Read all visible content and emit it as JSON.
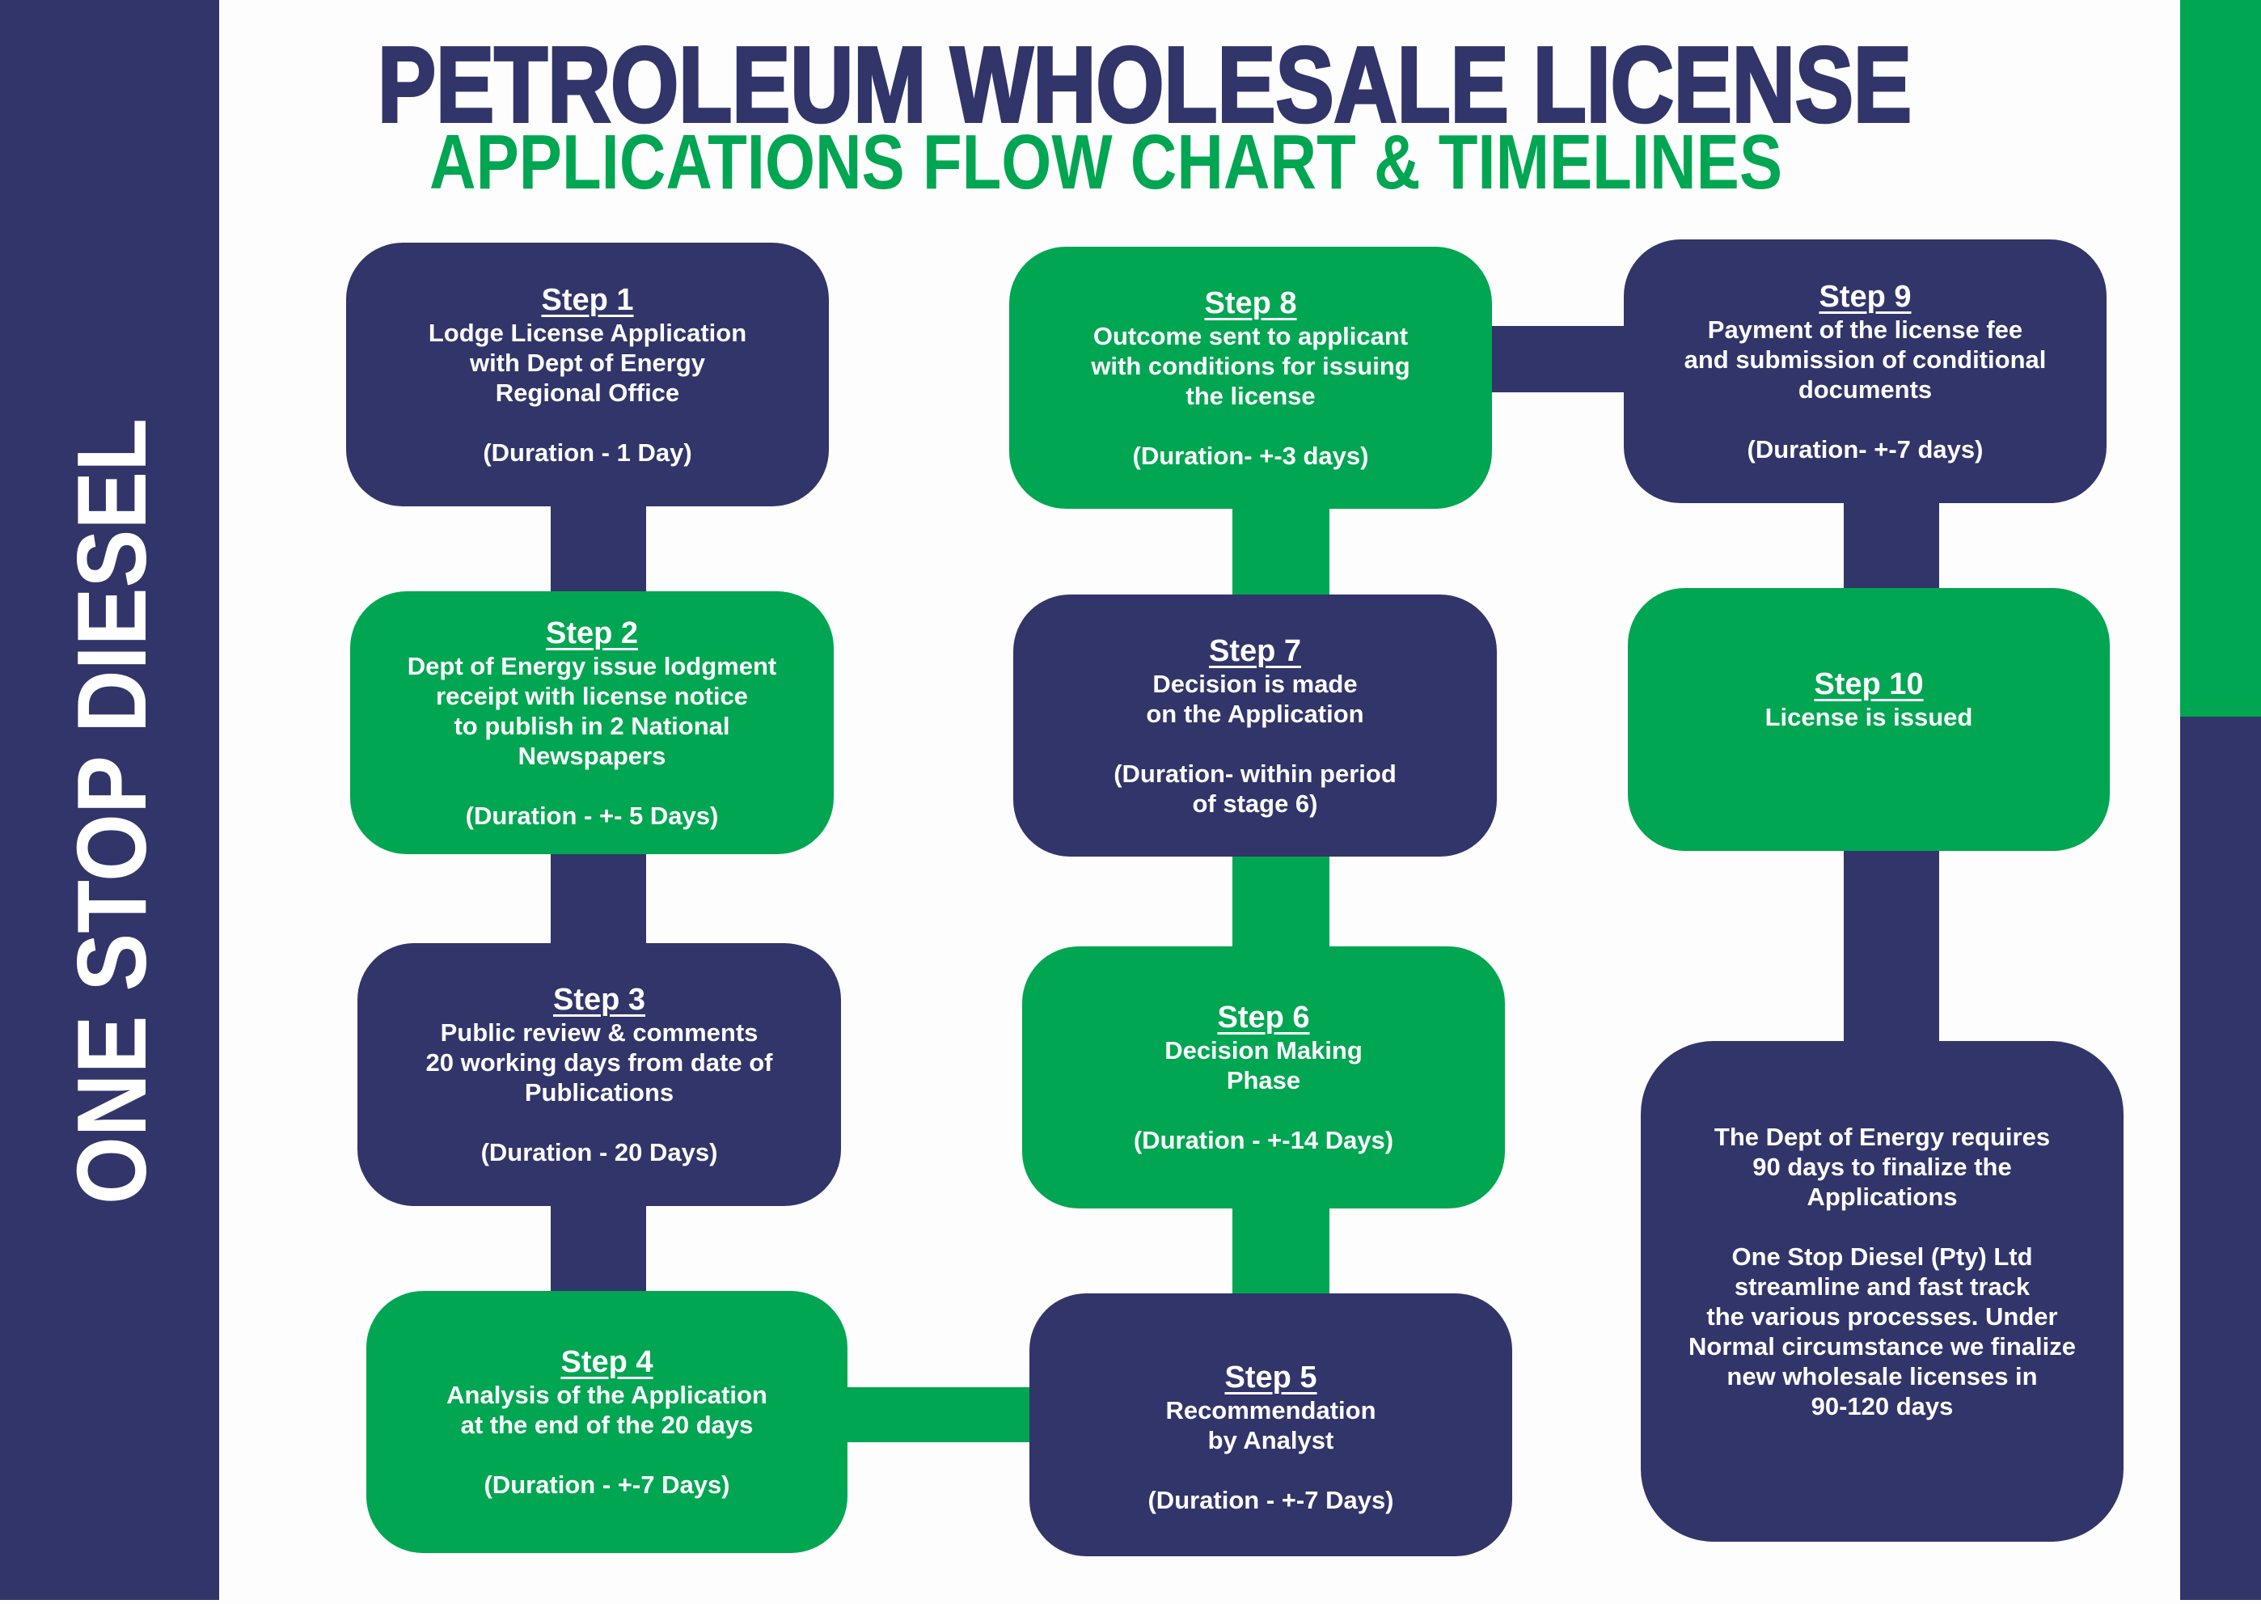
{
  "sidebar": {
    "brand": "ONE STOP DIESEL"
  },
  "header": {
    "title": "PETROLEUM WHOLESALE LICENSE",
    "subtitle": "APPLICATIONS FLOW CHART & TIMELINES"
  },
  "colors": {
    "navy": "#31356a",
    "green": "#00a651"
  },
  "steps": [
    {
      "title": "Step 1",
      "desc": "Lodge License Application\nwith Dept of Energy\nRegional Office",
      "duration": "(Duration - 1 Day)"
    },
    {
      "title": "Step 2",
      "desc": "Dept of Energy issue lodgment\nreceipt with license notice\nto publish in 2 National\nNewspapers",
      "duration": "(Duration - +- 5 Days)"
    },
    {
      "title": "Step 3",
      "desc": "Public review & comments\n20 working days from date of\nPublications",
      "duration": "(Duration - 20 Days)"
    },
    {
      "title": "Step 4",
      "desc": "Analysis of the Application\nat the end of the 20 days",
      "duration": "(Duration - +-7 Days)"
    },
    {
      "title": "Step 5",
      "desc": "Recommendation\nby Analyst",
      "duration": "(Duration - +-7 Days)"
    },
    {
      "title": "Step 6",
      "desc": "Decision Making\nPhase",
      "duration": "(Duration - +-14 Days)"
    },
    {
      "title": "Step 7",
      "desc": "Decision is made\non the Application",
      "duration": "(Duration- within period\nof stage 6)"
    },
    {
      "title": "Step 8",
      "desc": "Outcome sent to applicant\nwith conditions for issuing\nthe license",
      "duration": "(Duration- +-3 days)"
    },
    {
      "title": "Step 9",
      "desc": "Payment of the license fee\nand submission of conditional\ndocuments",
      "duration": "(Duration- +-7 days)"
    },
    {
      "title": "Step 10",
      "desc": "License is issued"
    }
  ],
  "info": {
    "paragraph1": "The Dept of Energy requires\n90 days to finalize the\nApplications",
    "paragraph2": "One Stop Diesel (Pty) Ltd\nstreamline and fast track\nthe various processes. Under\nNormal circumstance we finalize\nnew wholesale licenses in\n90-120 days"
  }
}
